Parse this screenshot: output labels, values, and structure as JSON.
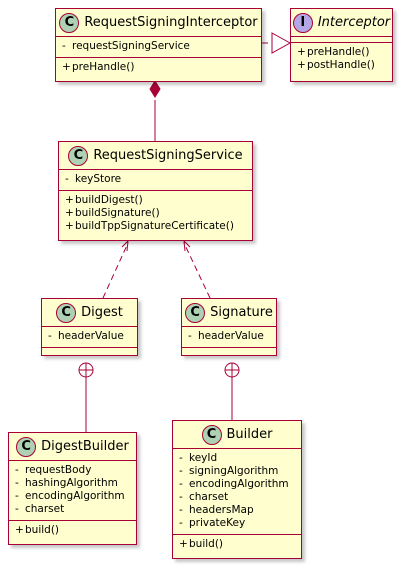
{
  "classes": {
    "interceptor": {
      "stereotype": "C",
      "name": "RequestSigningInterceptor",
      "fields": [
        {
          "vis": "-",
          "text": "requestSigningService"
        }
      ],
      "methods": [
        {
          "vis": "+",
          "text": "preHandle()"
        }
      ]
    },
    "interface": {
      "stereotype": "I",
      "name": "Interceptor",
      "fields": [],
      "methods": [
        {
          "vis": "+",
          "text": "preHandle()"
        },
        {
          "vis": "+",
          "text": "postHandle()"
        }
      ]
    },
    "service": {
      "stereotype": "C",
      "name": "RequestSigningService",
      "fields": [
        {
          "vis": "-",
          "text": "keyStore"
        }
      ],
      "methods": [
        {
          "vis": "+",
          "text": "buildDigest()"
        },
        {
          "vis": "+",
          "text": "buildSignature()"
        },
        {
          "vis": "+",
          "text": "buildTppSignatureCertificate()"
        }
      ]
    },
    "digest": {
      "stereotype": "C",
      "name": "Digest",
      "fields": [
        {
          "vis": "-",
          "text": "headerValue"
        }
      ],
      "methods": []
    },
    "signature": {
      "stereotype": "C",
      "name": "Signature",
      "fields": [
        {
          "vis": "-",
          "text": "headerValue"
        }
      ],
      "methods": []
    },
    "digestBuilder": {
      "stereotype": "C",
      "name": "DigestBuilder",
      "fields": [
        {
          "vis": "-",
          "text": "requestBody"
        },
        {
          "vis": "-",
          "text": "hashingAlgorithm"
        },
        {
          "vis": "-",
          "text": "encodingAlgorithm"
        },
        {
          "vis": "-",
          "text": "charset"
        }
      ],
      "methods": [
        {
          "vis": "+",
          "text": "build()"
        }
      ]
    },
    "builder": {
      "stereotype": "C",
      "name": "Builder",
      "fields": [
        {
          "vis": "-",
          "text": "keyId"
        },
        {
          "vis": "-",
          "text": "signingAlgorithm"
        },
        {
          "vis": "-",
          "text": "encodingAlgorithm"
        },
        {
          "vis": "-",
          "text": "charset"
        },
        {
          "vis": "-",
          "text": "headersMap"
        },
        {
          "vis": "-",
          "text": "privateKey"
        }
      ],
      "methods": [
        {
          "vis": "+",
          "text": "build()"
        }
      ]
    }
  },
  "relations": [
    {
      "from": "interceptor",
      "to": "interface",
      "kind": "realization"
    },
    {
      "from": "interceptor",
      "to": "service",
      "kind": "composition"
    },
    {
      "from": "digest",
      "to": "service",
      "kind": "dependency"
    },
    {
      "from": "signature",
      "to": "service",
      "kind": "dependency"
    },
    {
      "from": "digest",
      "to": "digestBuilder",
      "kind": "nested"
    },
    {
      "from": "signature",
      "to": "builder",
      "kind": "nested"
    }
  ],
  "colors": {
    "class_fill": "#FEFECE",
    "class_border": "#A80036",
    "class_badge": "#ADD1B2",
    "interface_badge": "#B4A7E5"
  }
}
